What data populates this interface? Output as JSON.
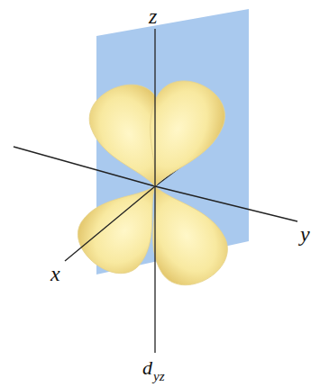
{
  "diagram": {
    "labels": [
      "z",
      "y",
      "x",
      "d",
      "yz"
    ]
  }
}
